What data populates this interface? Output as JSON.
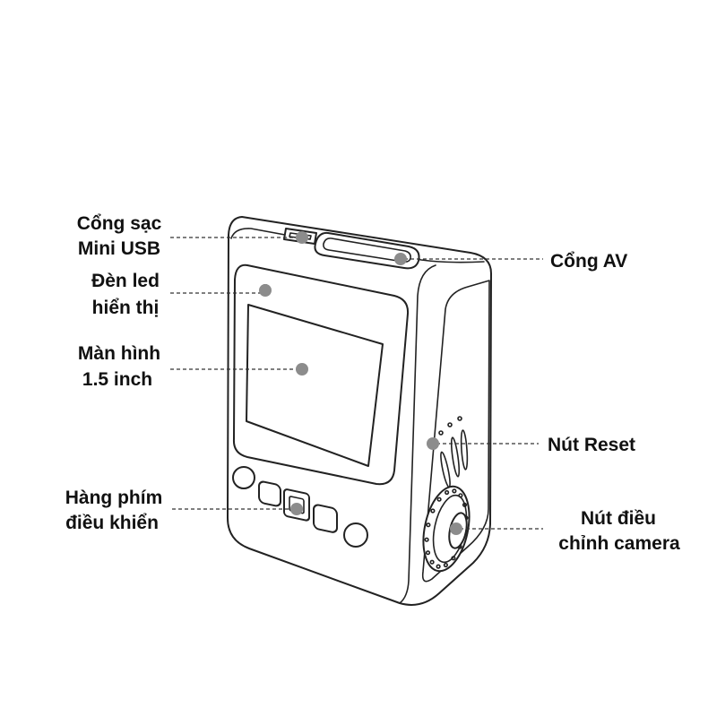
{
  "labels": {
    "usb": {
      "line1": "Cổng sạc",
      "line2": "Mini USB"
    },
    "led": {
      "line1": "Đèn led",
      "line2": "hiển thị"
    },
    "screen": {
      "line1": "Màn hình",
      "line2": "1.5 inch"
    },
    "keys": {
      "line1": "Hàng phím",
      "line2": "điều khiển"
    },
    "av": {
      "line1": "Cổng AV"
    },
    "reset": {
      "line1": "Nút Reset"
    },
    "camera": {
      "line1": "Nút điều",
      "line2": "chỉnh camera"
    }
  },
  "colors": {
    "line": "#222222",
    "marker": "#8c8c8c",
    "text": "#111111",
    "leader": "#333333"
  }
}
